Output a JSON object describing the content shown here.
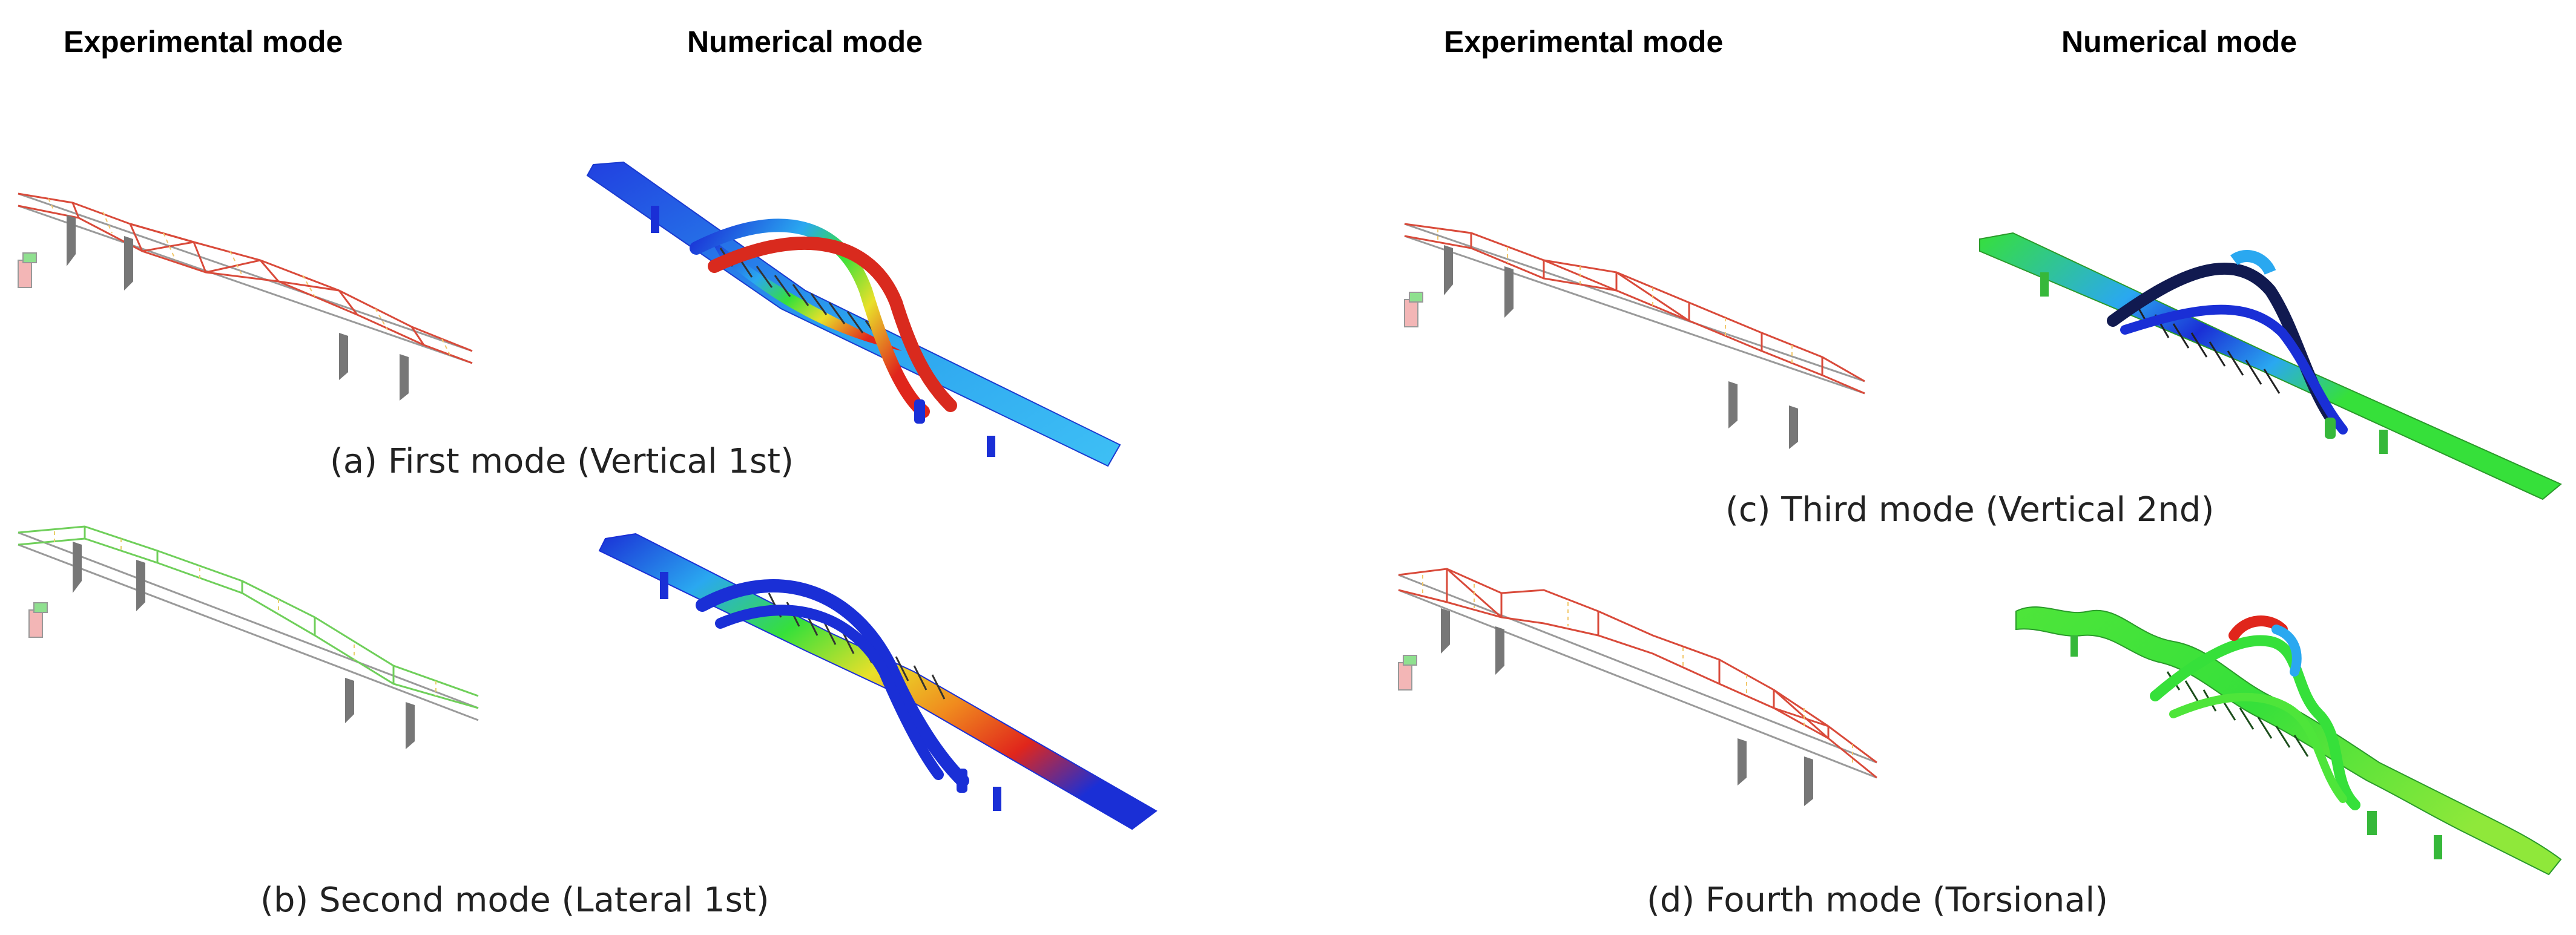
{
  "headers": {
    "left_experimental": "Experimental mode",
    "left_numerical": "Numerical mode",
    "right_experimental": "Experimental mode",
    "right_numerical": "Numerical mode"
  },
  "captions": {
    "a": "(a) First mode (Vertical 1st)",
    "b": "(b) Second mode (Lateral 1st)",
    "c": "(c) Third mode (Vertical 2nd)",
    "d": "(d) Fourth mode (Torsional)"
  },
  "colors": {
    "experimental_mode_a": "#d94a3a",
    "experimental_mode_b": "#6fcf5a",
    "experimental_mode_c": "#d94a3a",
    "experimental_mode_d": "#d94a3a",
    "undeformed": "#9a9a9a",
    "pier": "#777777",
    "contour_low": "#1a2fd6",
    "contour_mid": "#36e03a",
    "contour_high": "#e0261c"
  }
}
